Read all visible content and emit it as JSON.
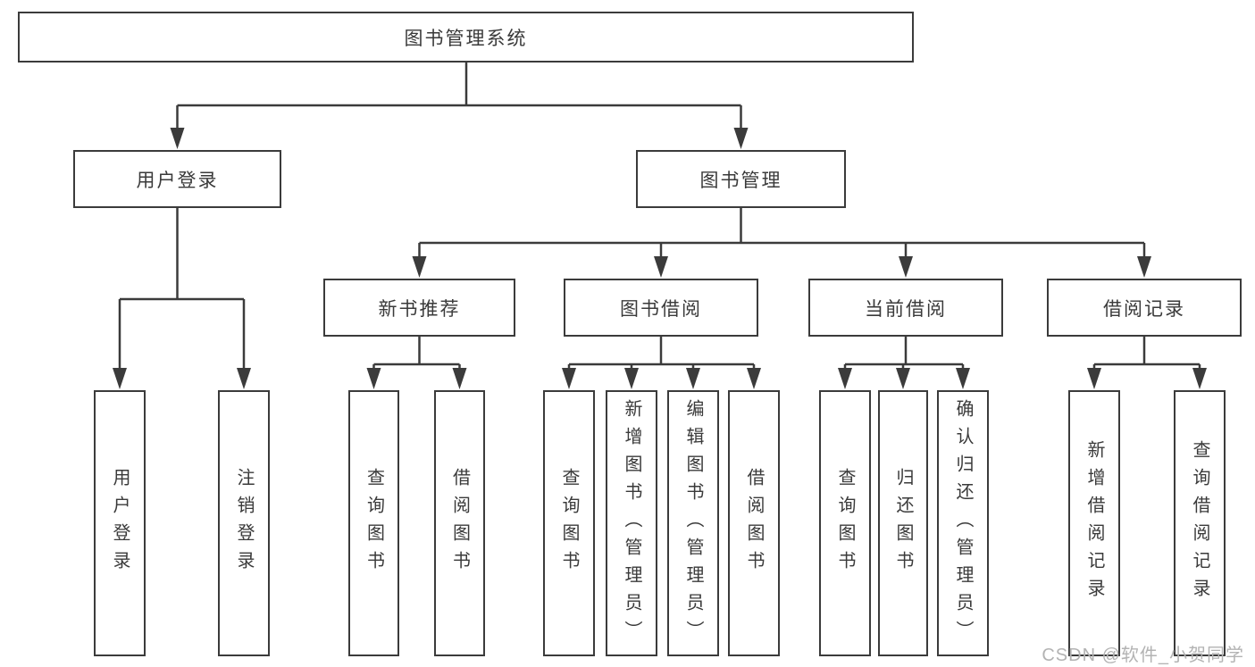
{
  "tree": {
    "label": "图书管理系统",
    "children": [
      {
        "label": "用户登录",
        "children": [
          {
            "label": "用户登录"
          },
          {
            "label": "注销登录"
          }
        ]
      },
      {
        "label": "图书管理",
        "children": [
          {
            "label": "新书推荐",
            "children": [
              {
                "label": "查询图书"
              },
              {
                "label": "借阅图书"
              }
            ]
          },
          {
            "label": "图书借阅",
            "children": [
              {
                "label": "查询图书"
              },
              {
                "label": "新增图书（管理员）"
              },
              {
                "label": "编辑图书（管理员）"
              },
              {
                "label": "借阅图书"
              }
            ]
          },
          {
            "label": "当前借阅",
            "children": [
              {
                "label": "查询图书"
              },
              {
                "label": "归还图书"
              },
              {
                "label": "确认归还（管理员）"
              }
            ]
          },
          {
            "label": "借阅记录",
            "children": [
              {
                "label": "新增借阅记录"
              },
              {
                "label": "查询借阅记录"
              }
            ]
          }
        ]
      }
    ]
  },
  "watermark": {
    "text": "CSDN @软件_小贺同学"
  },
  "colors": {
    "line": "#3B3B3B",
    "text": "#3A3A3A",
    "watermark": "#B3B3B3",
    "background": "#FFFFFF"
  }
}
